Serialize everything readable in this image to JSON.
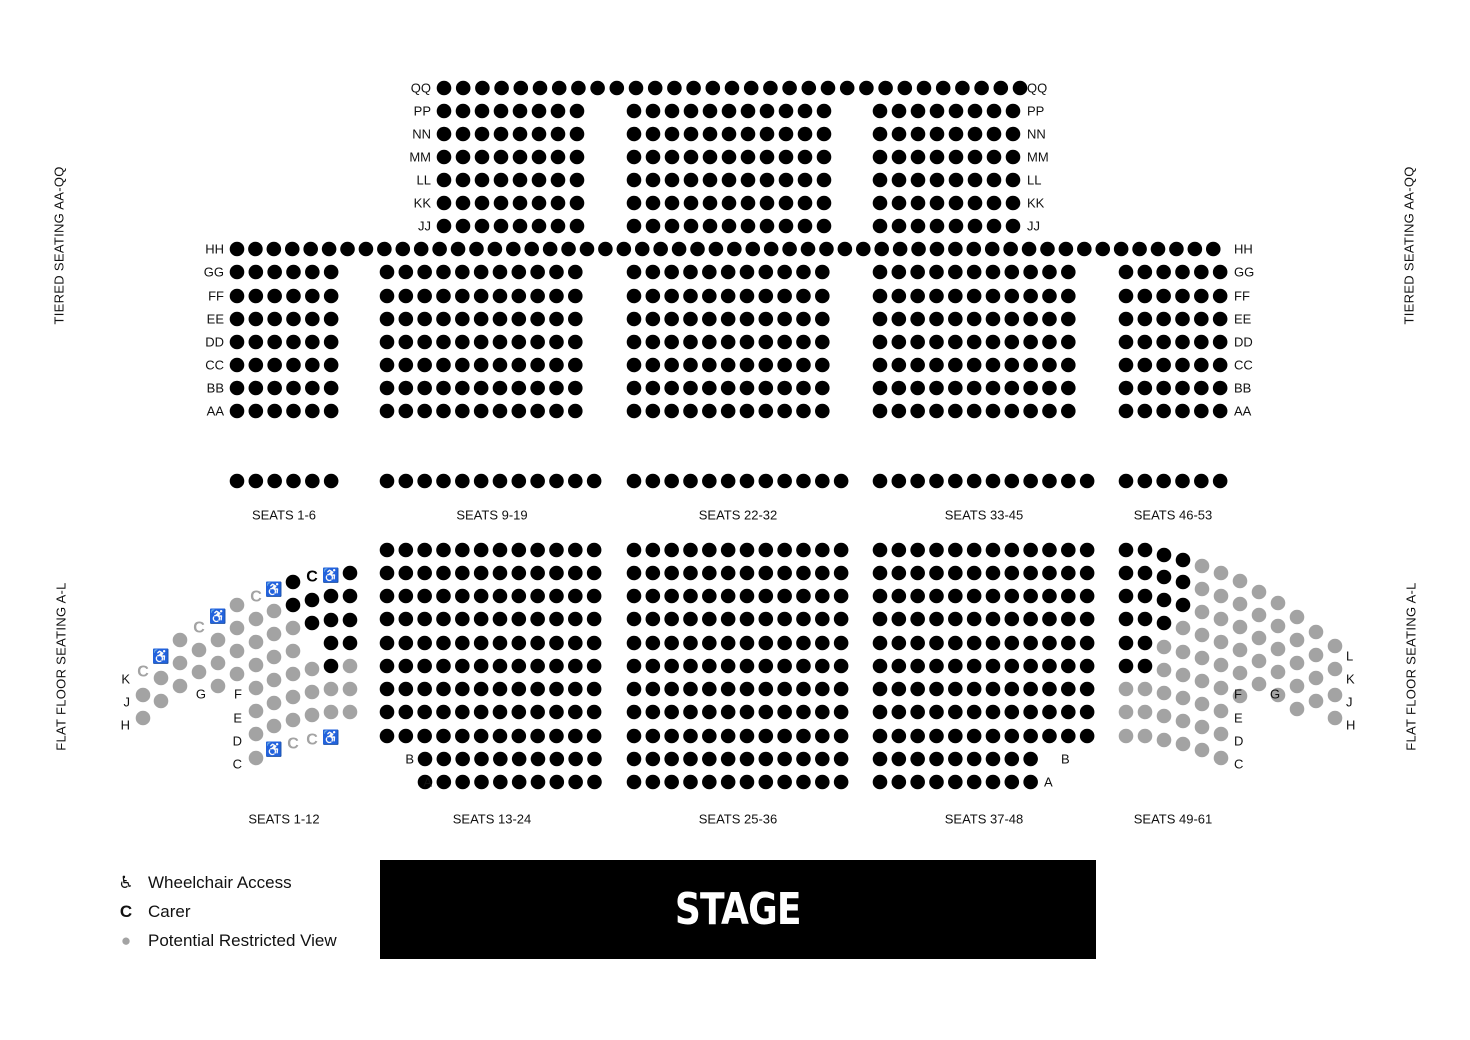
{
  "side_labels": {
    "tiered_left": "TIERED SEATING AA-QQ",
    "tiered_right": "TIERED SEATING AA-QQ",
    "flat_left": "FLAT FLOOR SEATING A-L",
    "flat_right": "FLAT FLOOR SEATING A-L"
  },
  "tiered_rows": [
    "QQ",
    "PP",
    "NN",
    "MM",
    "LL",
    "KK",
    "JJ",
    "HH",
    "GG",
    "FF",
    "EE",
    "DD",
    "CC",
    "BB",
    "AA"
  ],
  "upper_section_labels": [
    "SEATS 1-6",
    "SEATS 9-19",
    "SEATS 22-32",
    "SEATS 33-45",
    "SEATS 46-53"
  ],
  "flat_rows_center": [
    "B",
    "A"
  ],
  "flat_rows_left": [
    "K",
    "J",
    "H",
    "G",
    "F",
    "E",
    "D",
    "C"
  ],
  "flat_rows_right": [
    "L",
    "K",
    "J",
    "H",
    "G",
    "F",
    "E",
    "D",
    "C"
  ],
  "lower_section_labels": [
    "SEATS 1-12",
    "SEATS 13-24",
    "SEATS 25-36",
    "SEATS 37-48",
    "SEATS 49-61"
  ],
  "stage_label": "STAGE",
  "legend": [
    {
      "icon": "wheelchair-icon",
      "glyph": "♿",
      "label": "Wheelchair Access"
    },
    {
      "icon": "carer-icon",
      "glyph": "C",
      "label": "Carer"
    },
    {
      "icon": "restricted-view-icon",
      "glyph": "●",
      "label": "Potential Restricted View"
    }
  ],
  "colors": {
    "seat": "#000000",
    "restricted": "#a3a3a3",
    "stage": "#000000",
    "text": "#111111"
  }
}
